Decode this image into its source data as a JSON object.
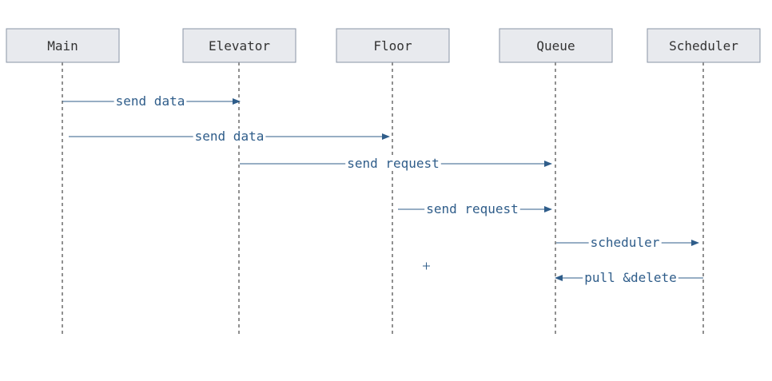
{
  "participants": [
    {
      "id": "main",
      "label": "Main"
    },
    {
      "id": "elevator",
      "label": "Elevator"
    },
    {
      "id": "floor",
      "label": "Floor"
    },
    {
      "id": "queue",
      "label": "Queue"
    },
    {
      "id": "scheduler",
      "label": "Scheduler"
    }
  ],
  "messages": [
    {
      "from": "main",
      "to": "elevator",
      "label": "send data"
    },
    {
      "from": "main",
      "to": "floor",
      "label": "send data"
    },
    {
      "from": "elevator",
      "to": "queue",
      "label": "send request"
    },
    {
      "from": "floor",
      "to": "queue",
      "label": "send request"
    },
    {
      "from": "queue",
      "to": "scheduler",
      "label": "scheduler"
    },
    {
      "from": "scheduler",
      "to": "queue",
      "label": "pull &delete"
    }
  ],
  "colors": {
    "box_fill": "#e8eaee",
    "box_stroke": "#8a94a6",
    "box_text": "#333333",
    "lifeline": "#222222",
    "arrow": "#2f5d8a",
    "arrow_text": "#2f5d8a"
  },
  "icons": {
    "marker": "plus-marker-icon"
  }
}
